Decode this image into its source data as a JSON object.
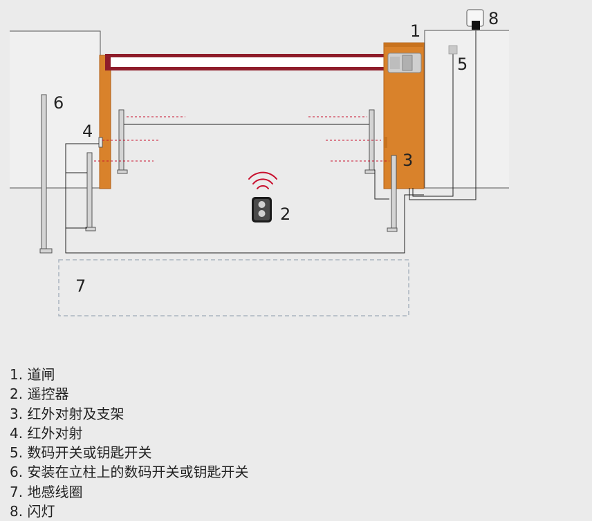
{
  "colors": {
    "background": "#ebebeb",
    "barrier_orange": "#d9822b",
    "barrier_edge": "#b0601a",
    "arm_red": "#8e1c2a",
    "beam_red": "#c8102e",
    "line": "#222222",
    "loop_dashed": "#a9b4c0"
  },
  "callouts": [
    "1",
    "2",
    "3",
    "4",
    "5",
    "6",
    "7",
    "8"
  ],
  "legend": [
    "1. 道闸",
    "2. 遥控器",
    "3. 红外对射及支架",
    "4. 红外对射",
    "5. 数码开关或钥匙开关",
    "6. 安装在立柱上的数码开关或钥匙开关",
    "7. 地感线圈",
    "8. 闪灯"
  ],
  "icons": {
    "remote": "remote-control-icon",
    "signal": "wireless-signal-icon",
    "flash_lamp": "flash-lamp-icon",
    "key_switch": "key-switch-icon"
  }
}
